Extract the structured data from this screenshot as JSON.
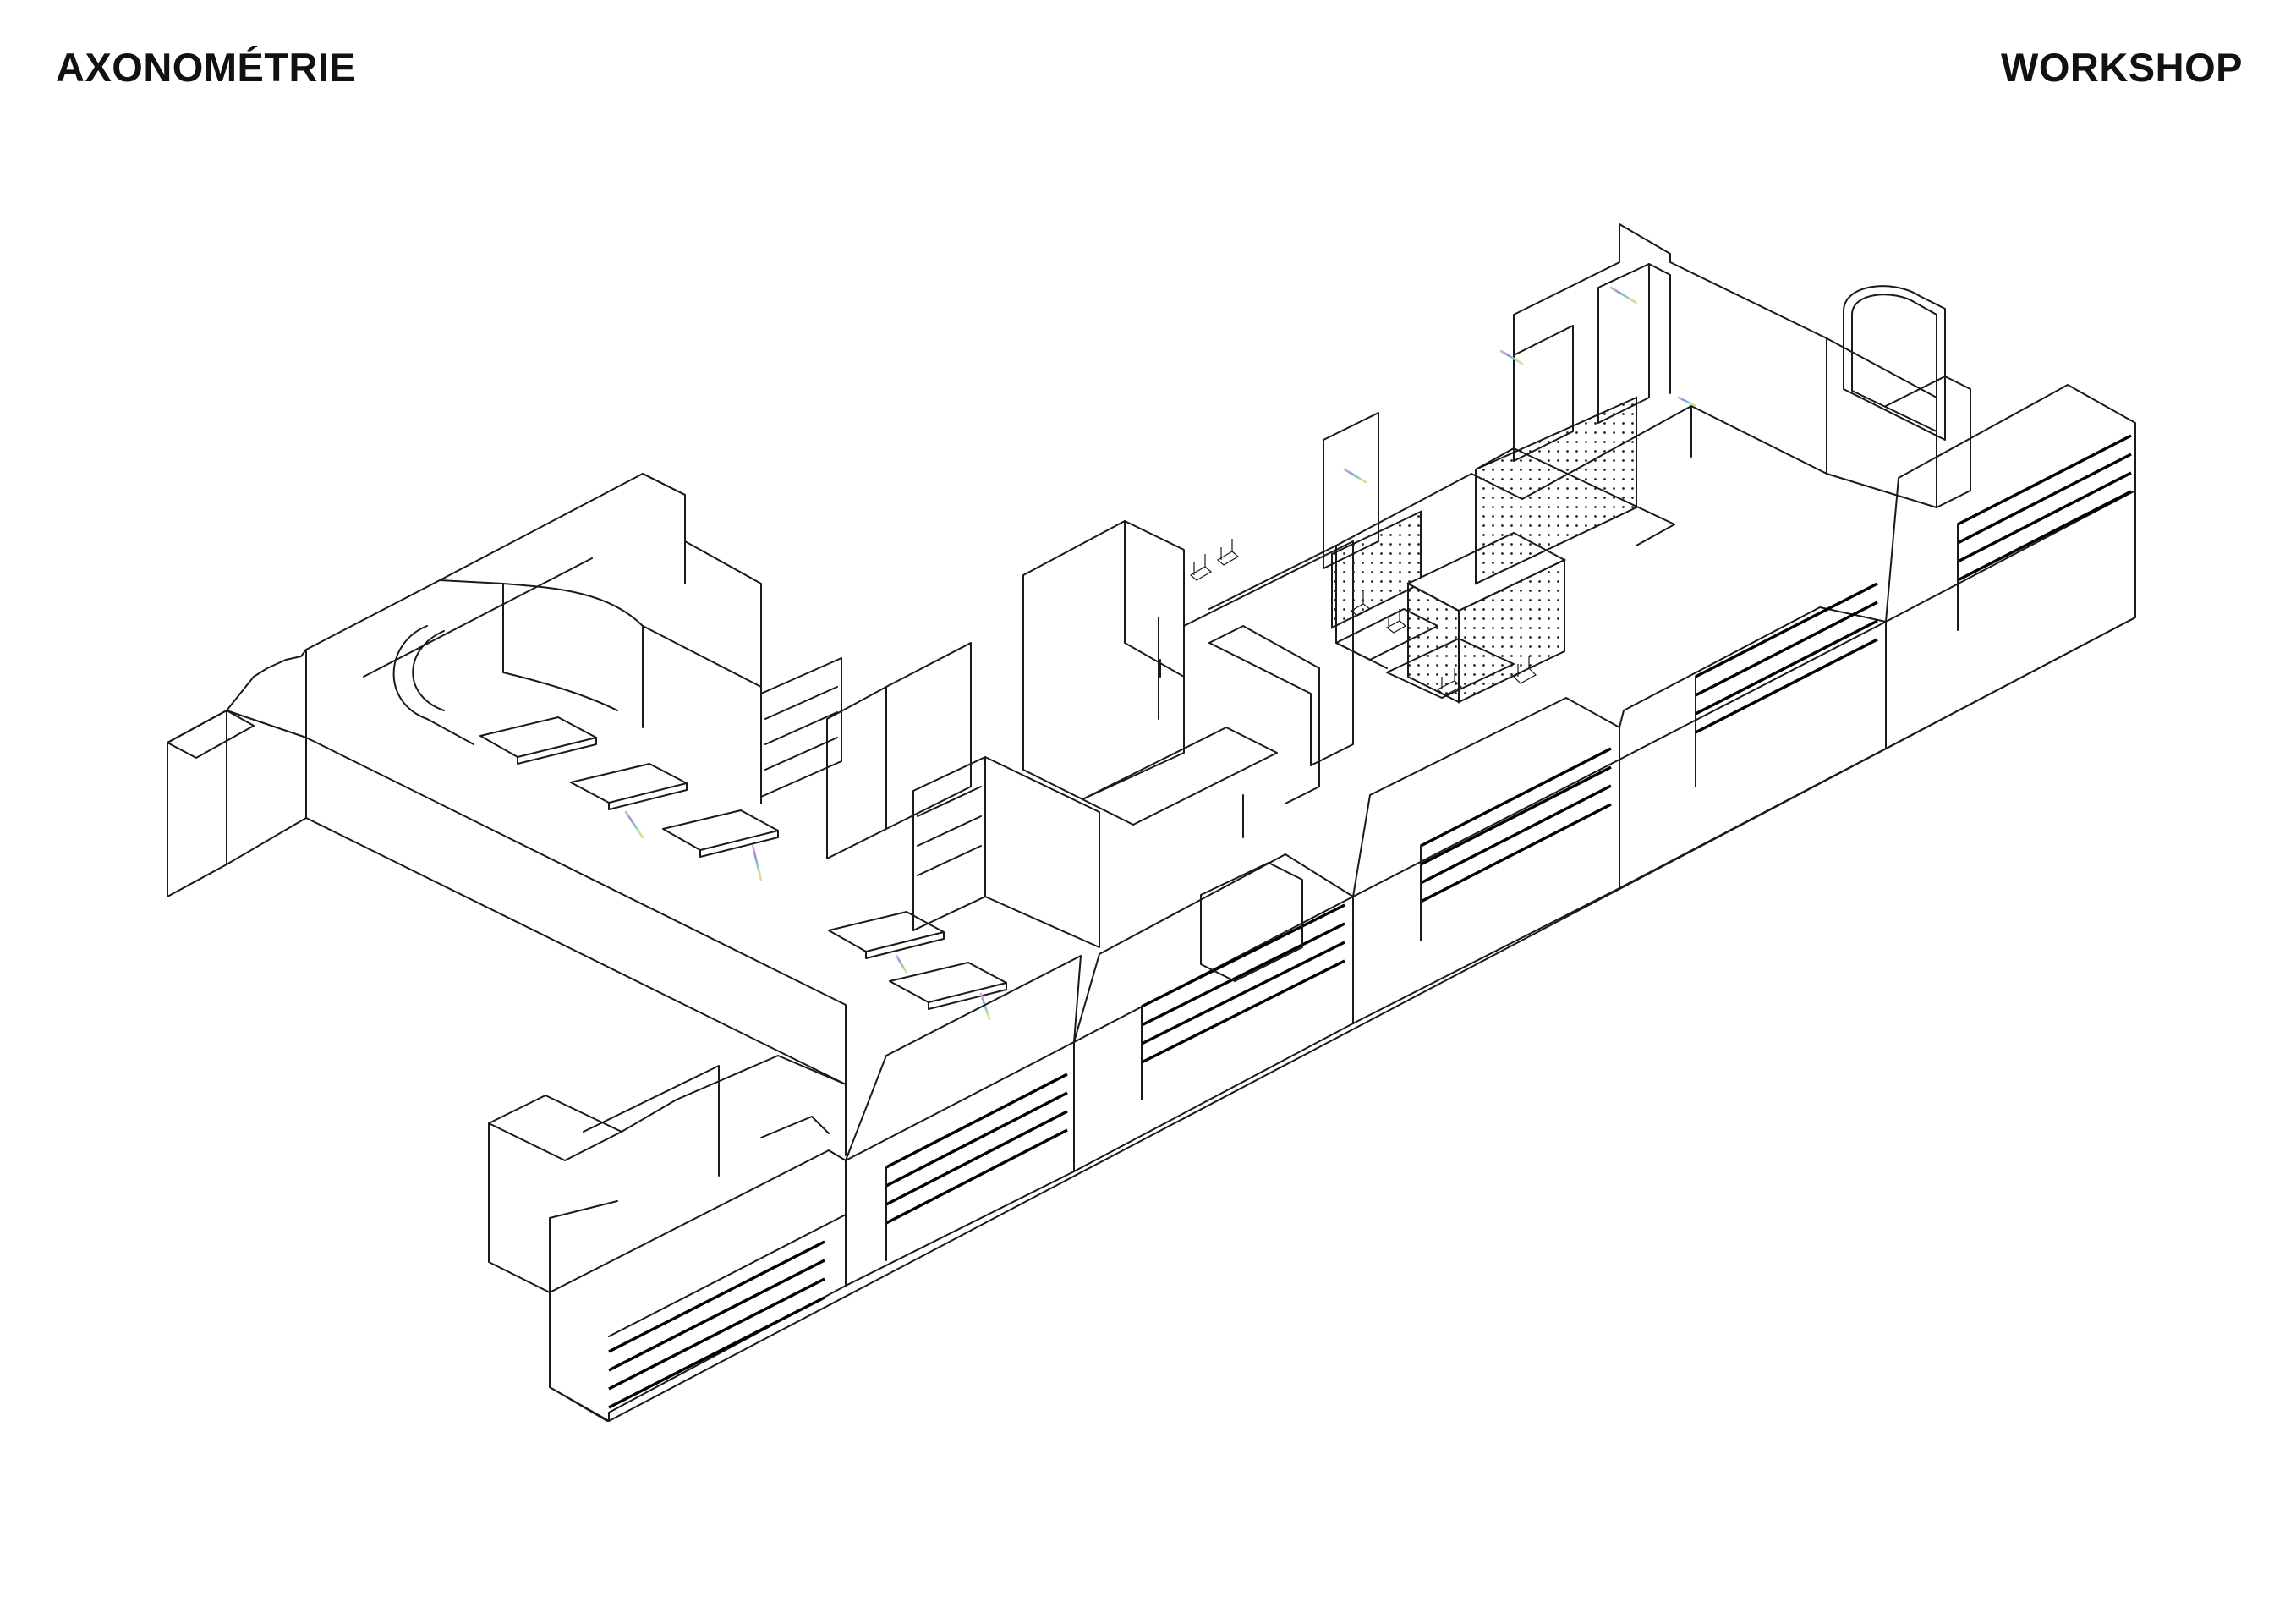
{
  "header": {
    "title_left": "AXONOMÉTRIE",
    "title_right": "WORKSHOP"
  },
  "drawing": {
    "type": "axonometric line drawing",
    "line_color": "#1a1a1a",
    "background": "#ffffff",
    "glass_gradient": [
      "#e4b3d4",
      "#9c8fe0",
      "#7fc6df",
      "#bfe39a",
      "#f3d68a"
    ]
  }
}
